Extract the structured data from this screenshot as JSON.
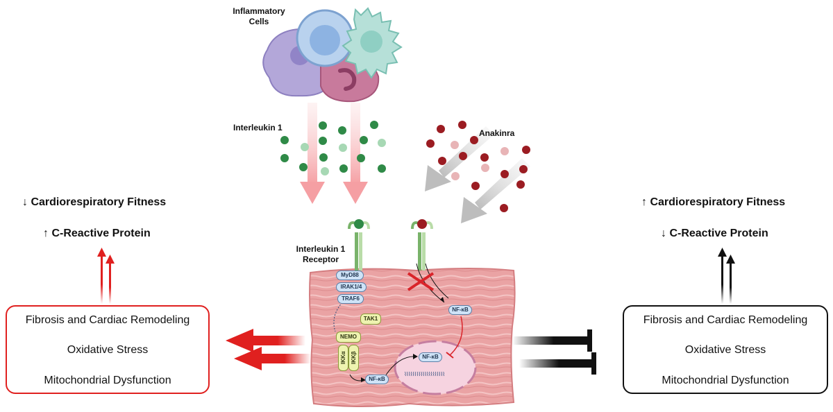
{
  "labels": {
    "inflammatory_cells": "Inflammatory\nCells",
    "interleukin_1": "Interleukin 1",
    "anakinra": "Anakinra",
    "il1_receptor": "Interleukin 1\nReceptor"
  },
  "signaling": {
    "myd88": "MyD88",
    "irak": "IRAK1/4",
    "traf6": "TRAF6",
    "tak1": "TAK1",
    "nemo": "NEMO",
    "ikka": "IKKα",
    "ikkb": "IKKβ",
    "nfkb_left": "NF-κB",
    "nfkb_nucleus": "NF-κB",
    "nfkb_right": "NF-κB"
  },
  "left_panel": {
    "outcome_1": "↓ Cardiorespiratory Fitness",
    "outcome_2": "↑ C-Reactive Protein",
    "items": [
      "Fibrosis and Cardiac Remodeling",
      "Oxidative Stress",
      "Mitochondrial Dysfunction"
    ],
    "accent": "#e0201f"
  },
  "right_panel": {
    "outcome_1": "↑ Cardiorespiratory Fitness",
    "outcome_2": "↓ C-Reactive Protein",
    "items": [
      "Fibrosis and Cardiac Remodeling",
      "Oxidative Stress",
      "Mitochondrial Dysfunction"
    ],
    "accent": "#111111"
  },
  "colors": {
    "il1_green": "#2f8a47",
    "anakinra_red": "#9b1c22",
    "tissue_pink": "#eaa3a4",
    "il1_arrow": "#f4b1b3",
    "anakinra_arrow": "#c9c9c9"
  }
}
